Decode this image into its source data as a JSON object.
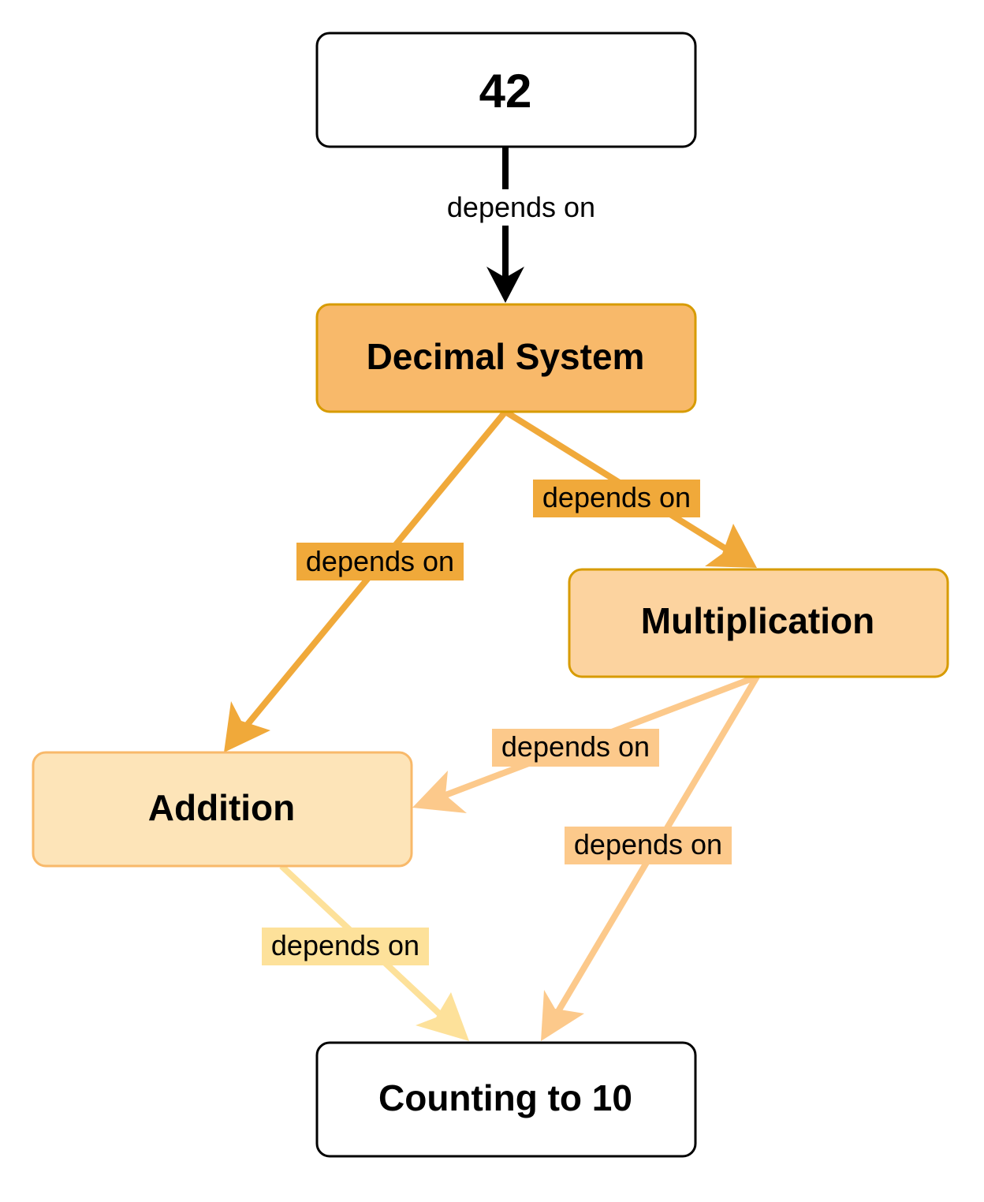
{
  "diagram": {
    "nodes": {
      "n42": {
        "label": "42",
        "fill": "#ffffff",
        "stroke": "#000000"
      },
      "decimal": {
        "label": "Decimal System",
        "fill": "#f8b96a",
        "stroke": "#d79b00"
      },
      "multiplication": {
        "label": "Multiplication",
        "fill": "#fcd39f",
        "stroke": "#d79b00"
      },
      "addition": {
        "label": "Addition",
        "fill": "#fde4b8",
        "stroke": "#f8b96a"
      },
      "counting": {
        "label": "Counting to 10",
        "fill": "#ffffff",
        "stroke": "#000000"
      }
    },
    "edges": [
      {
        "from": "42",
        "to": "Decimal System",
        "label": "depends on",
        "color": "#000000",
        "label_bg": "#ffffff"
      },
      {
        "from": "Decimal System",
        "to": "Addition",
        "label": "depends on",
        "color": "#f0a93a",
        "label_bg": "#f0a93a"
      },
      {
        "from": "Decimal System",
        "to": "Multiplication",
        "label": "depends on",
        "color": "#f0a93a",
        "label_bg": "#f0a93a"
      },
      {
        "from": "Multiplication",
        "to": "Addition",
        "label": "depends on",
        "color": "#fcc98b",
        "label_bg": "#fcc98b"
      },
      {
        "from": "Multiplication",
        "to": "Counting to 10",
        "label": "depends on",
        "color": "#fcc98b",
        "label_bg": "#fcc98b"
      },
      {
        "from": "Addition",
        "to": "Counting to 10",
        "label": "depends on",
        "color": "#fde19a",
        "label_bg": "#fde19a"
      }
    ]
  }
}
